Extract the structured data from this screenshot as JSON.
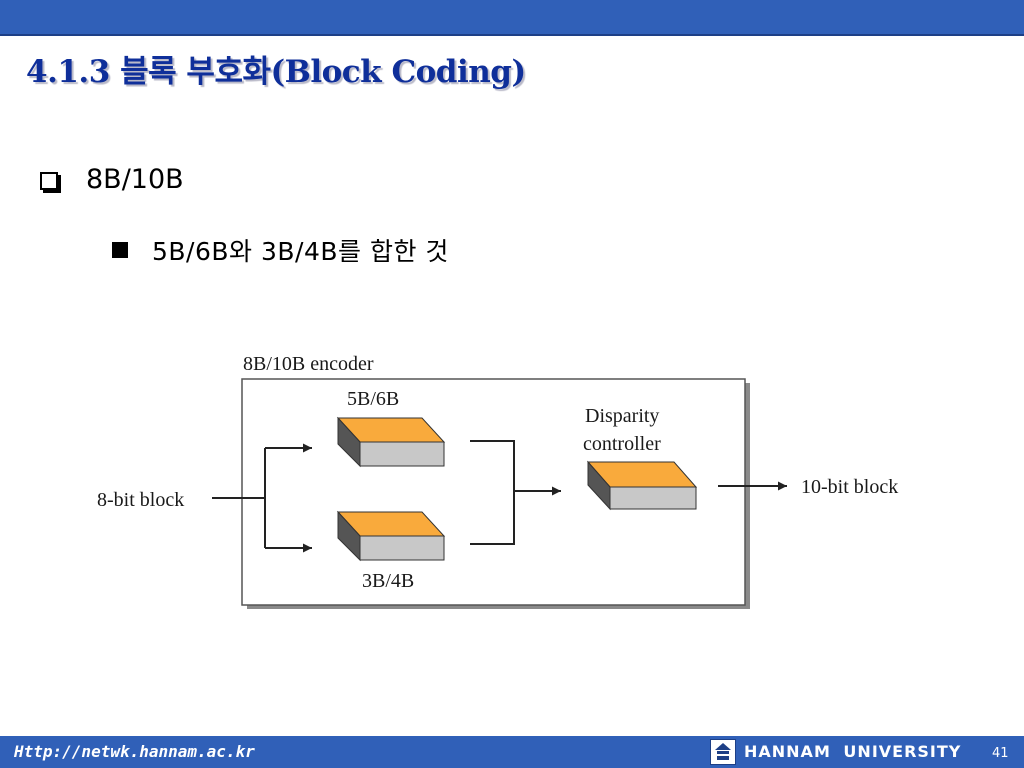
{
  "slide": {
    "title": "4.1.3 블록 부호화(Block Coding)",
    "bullet_level1": "8B/10B",
    "bullet_level2": "5B/6B와 3B/4B를 합한 것"
  },
  "diagram": {
    "encoder_label": "8B/10B encoder",
    "input_label": "8-bit block",
    "output_label": "10-bit block",
    "upper_block_label": "5B/6B",
    "lower_block_label": "3B/4B",
    "controller_label_line1": "Disparity",
    "controller_label_line2": "controller"
  },
  "footer": {
    "url": "Http://netwk.hannam.ac.kr",
    "university": "HANNAM UNIVERSITY",
    "page_number": "41"
  },
  "colors": {
    "header_blue": "#3060b8",
    "title_blue": "#0f2f9a",
    "block_orange": "#f9aa3c",
    "block_gray": "#c8c8c8"
  },
  "icons": [
    "hollow-square-bullet-icon",
    "solid-square-bullet-icon",
    "arrow-icon",
    "university-logo-icon"
  ]
}
